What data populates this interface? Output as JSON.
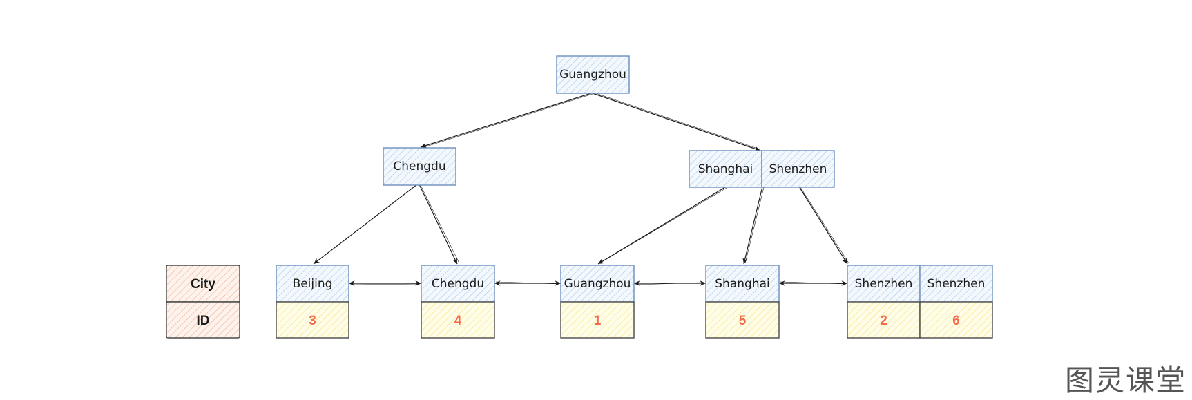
{
  "colors": {
    "key_fill": "#dce9f7",
    "key_stroke": "#6c8ebf",
    "id_fill": "#fbf6c6",
    "id_stroke": "#4a4a4a",
    "legend_fill": "#f7d7c8",
    "legend_stroke": "#4a4a4a",
    "id_text": "#f26b4a",
    "edge": "#1b1b1b"
  },
  "tree": {
    "root": {
      "keys": [
        "Guangzhou"
      ]
    },
    "level1": {
      "left": {
        "keys": [
          "Chengdu"
        ]
      },
      "right": {
        "keys": [
          "Shanghai",
          "Shenzhen"
        ]
      }
    },
    "leaves": [
      {
        "keys": [
          "Beijing"
        ],
        "ids": [
          "3"
        ]
      },
      {
        "keys": [
          "Chengdu"
        ],
        "ids": [
          "4"
        ]
      },
      {
        "keys": [
          "Guangzhou"
        ],
        "ids": [
          "1"
        ]
      },
      {
        "keys": [
          "Shanghai"
        ],
        "ids": [
          "5"
        ]
      },
      {
        "keys": [
          "Shenzhen",
          "Shenzhen"
        ],
        "ids": [
          "2",
          "6"
        ]
      }
    ]
  },
  "legend": {
    "key_label": "City",
    "value_label": "ID"
  },
  "watermark": "图灵课堂"
}
